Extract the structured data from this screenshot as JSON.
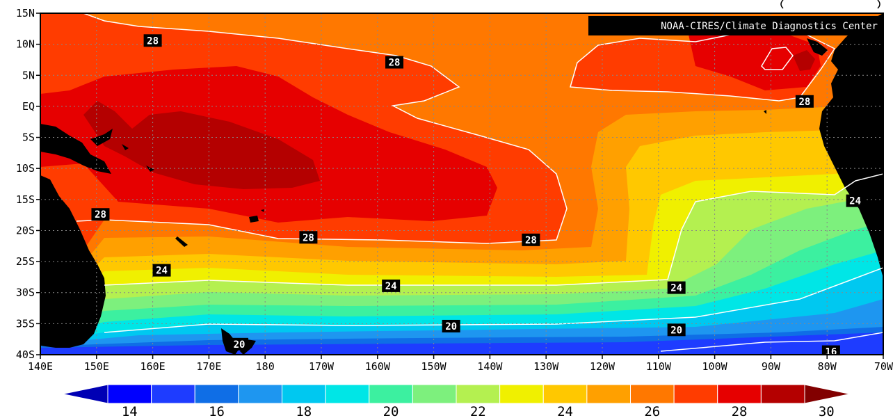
{
  "credit": "NOAA-CIRES/Climate Diagnostics Center",
  "lat_ticks": [
    {
      "lat": 15,
      "label": "15N"
    },
    {
      "lat": 10,
      "label": "10N"
    },
    {
      "lat": 5,
      "label": "5N"
    },
    {
      "lat": 0,
      "label": "EQ"
    },
    {
      "lat": -5,
      "label": "5S"
    },
    {
      "lat": -10,
      "label": "10S"
    },
    {
      "lat": -15,
      "label": "15S"
    },
    {
      "lat": -20,
      "label": "20S"
    },
    {
      "lat": -25,
      "label": "25S"
    },
    {
      "lat": -30,
      "label": "30S"
    },
    {
      "lat": -35,
      "label": "35S"
    },
    {
      "lat": -40,
      "label": "40S"
    }
  ],
  "lon_ticks": [
    {
      "lon": 140,
      "label": "140E"
    },
    {
      "lon": 150,
      "label": "150E"
    },
    {
      "lon": 160,
      "label": "160E"
    },
    {
      "lon": 170,
      "label": "170E"
    },
    {
      "lon": 180,
      "label": "180"
    },
    {
      "lon": 190,
      "label": "170W"
    },
    {
      "lon": 200,
      "label": "160W"
    },
    {
      "lon": 210,
      "label": "150W"
    },
    {
      "lon": 220,
      "label": "140W"
    },
    {
      "lon": 230,
      "label": "130W"
    },
    {
      "lon": 240,
      "label": "120W"
    },
    {
      "lon": 250,
      "label": "110W"
    },
    {
      "lon": 260,
      "label": "100W"
    },
    {
      "lon": 270,
      "label": "90W"
    },
    {
      "lon": 280,
      "label": "80W"
    },
    {
      "lon": 290,
      "label": "70W"
    }
  ],
  "colorbar": {
    "colors": [
      "#0000b4",
      "#0000ff",
      "#1e3cff",
      "#0f6ee6",
      "#1e96f0",
      "#00c8f0",
      "#00e6e6",
      "#3cf0a0",
      "#7df07d",
      "#b4f050",
      "#f0f000",
      "#ffc800",
      "#ffa000",
      "#ff7800",
      "#ff3c00",
      "#e60000",
      "#b40000",
      "#820000"
    ],
    "labels": [
      "14",
      "16",
      "18",
      "20",
      "22",
      "24",
      "26",
      "28",
      "30"
    ]
  },
  "contour_labels": [
    {
      "text": "28",
      "lon": 160,
      "lat": 10.6
    },
    {
      "text": "28",
      "lon": 203,
      "lat": 7.1
    },
    {
      "text": "28",
      "lon": 276,
      "lat": 0.8
    },
    {
      "text": "28",
      "lon": 150.7,
      "lat": -17.4
    },
    {
      "text": "28",
      "lon": 187.7,
      "lat": -21.1
    },
    {
      "text": "28",
      "lon": 227.3,
      "lat": -21.5
    },
    {
      "text": "24",
      "lon": 285,
      "lat": -15.2
    },
    {
      "text": "24",
      "lon": 161.6,
      "lat": -26.4
    },
    {
      "text": "24",
      "lon": 202.4,
      "lat": -28.9
    },
    {
      "text": "24",
      "lon": 253.2,
      "lat": -29.2
    },
    {
      "text": "20",
      "lon": 175.4,
      "lat": -38.3
    },
    {
      "text": "20",
      "lon": 213.1,
      "lat": -35.4
    },
    {
      "text": "20",
      "lon": 253.2,
      "lat": -36.0
    },
    {
      "text": "16",
      "lon": 280.7,
      "lat": -39.5
    }
  ]
}
